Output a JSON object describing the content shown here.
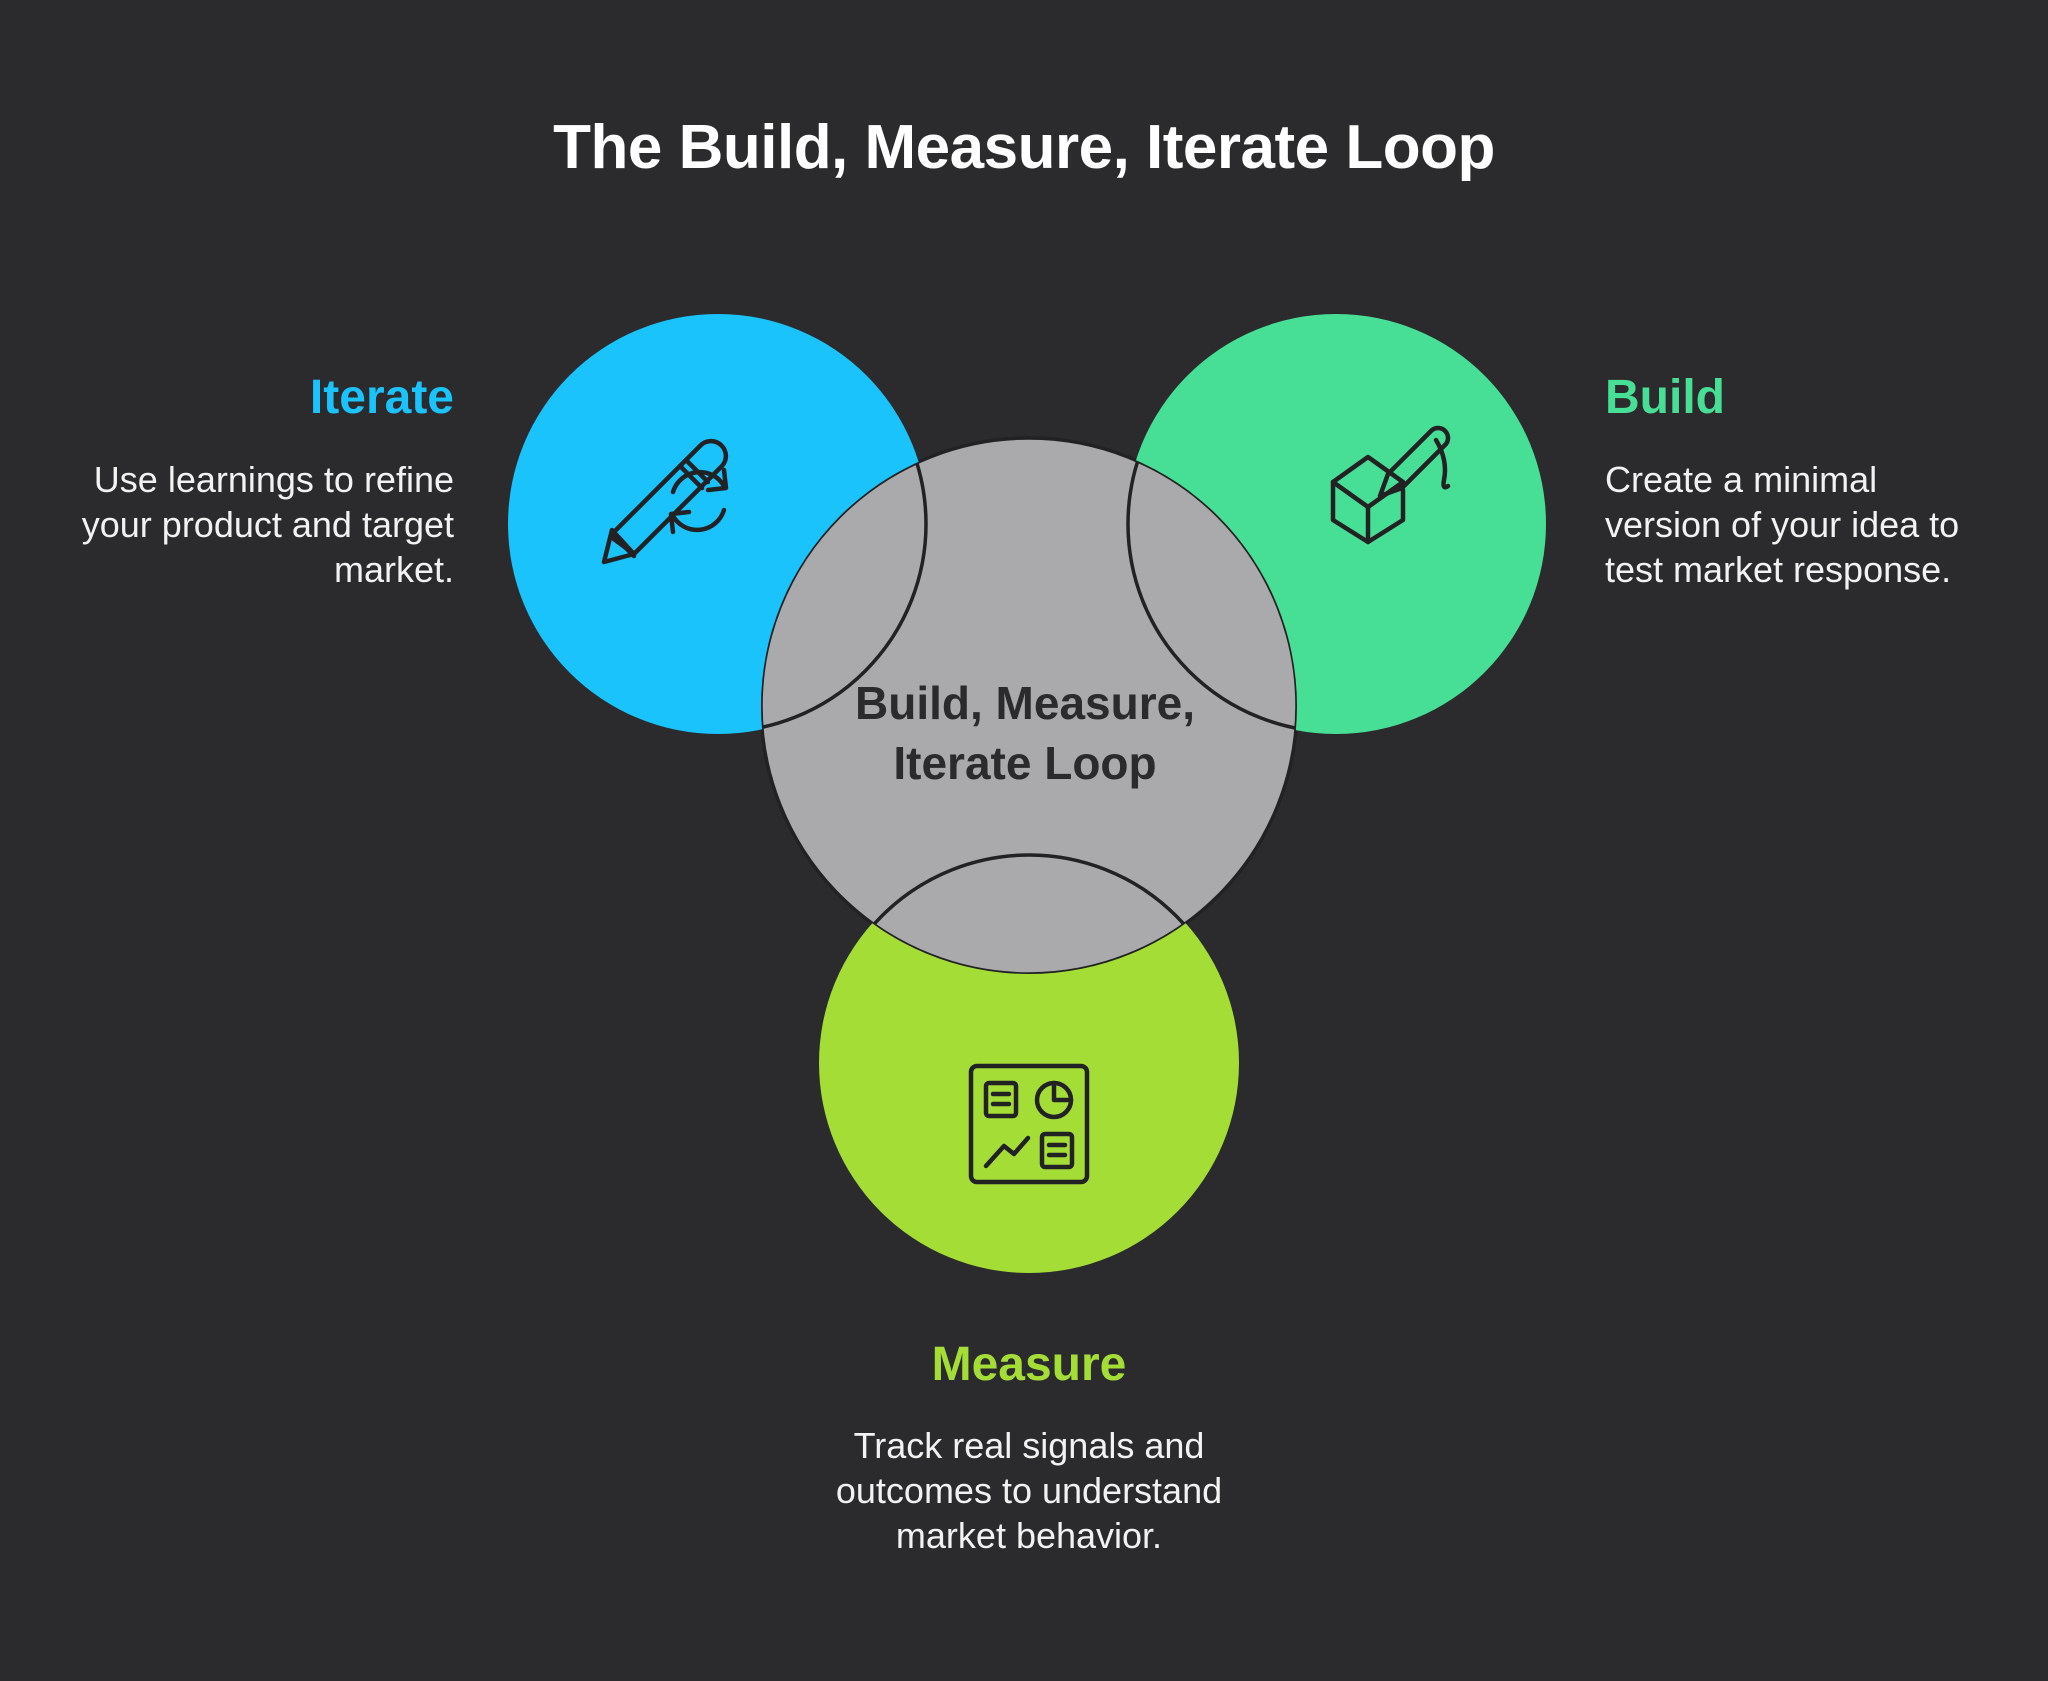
{
  "title": "The Build, Measure, Iterate Loop",
  "center": {
    "line1": "Build, Measure,",
    "line2": "Iterate Loop"
  },
  "iterate": {
    "heading": "Iterate",
    "desc_lines": [
      "Use learnings to refine",
      "your product and target",
      "market."
    ],
    "color": "#1ac3fb",
    "icon": "pencil-refresh-icon"
  },
  "build": {
    "heading": "Build",
    "desc_lines": [
      "Create a minimal",
      "version of your idea to",
      "test market response."
    ],
    "color": "#47de95",
    "icon": "cube-pen-icon"
  },
  "measure": {
    "heading": "Measure",
    "desc_lines": [
      "Track real signals and",
      "outcomes to understand",
      "market behavior."
    ],
    "color": "#a5dd37",
    "icon": "dashboard-icon"
  },
  "colors": {
    "background": "#2b2b2d",
    "center": "#aaa9ab",
    "outline": "#222224"
  }
}
